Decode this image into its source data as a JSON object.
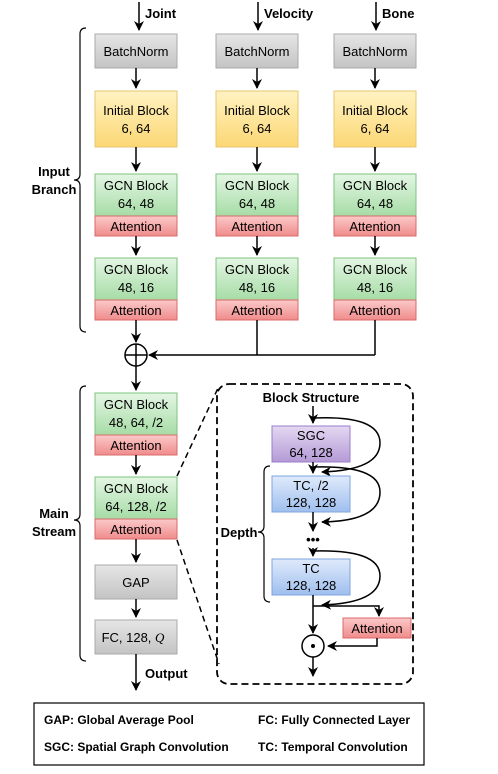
{
  "inputs": {
    "joint": "Joint",
    "velocity": "Velocity",
    "bone": "Bone"
  },
  "blocks": {
    "batchnorm": "BatchNorm",
    "initial_line1": "Initial Block",
    "initial_line2": "6, 64",
    "gcn1_line1": "GCN Block",
    "gcn1_line2": "64, 48",
    "gcn2_line1": "GCN Block",
    "gcn2_line2": "48, 16",
    "attention": "Attention"
  },
  "groups": {
    "input_branch_line1": "Input",
    "input_branch_line2": "Branch",
    "main_stream_line1": "Main",
    "main_stream_line2": "Stream"
  },
  "main": {
    "gcn_a_line1": "GCN Block",
    "gcn_a_line2": "48, 64, /2",
    "gcn_b_line1": "GCN Block",
    "gcn_b_line2": "64, 128, /2",
    "attention": "Attention",
    "gap": "GAP",
    "fc": "FC, 128, ",
    "fc_var": "Q",
    "output": "Output"
  },
  "structure": {
    "title": "Block Structure",
    "sgc_line1": "SGC",
    "sgc_line2": "64, 128",
    "tc1_line1": "TC, /2",
    "tc1_line2": "128, 128",
    "dots": "•••",
    "tc2_line1": "TC",
    "tc2_line2": "128, 128",
    "depth": "Depth",
    "attention": "Attention",
    "multiply": "·"
  },
  "legend": {
    "gap": "GAP: Global Average Pool",
    "fc": "FC: Fully Connected Layer",
    "sgc": "SGC: Spatial Graph Convolution",
    "tc": "TC: Temporal Convolution"
  },
  "colors": {
    "batchnorm_fill": "#d4d4d4",
    "initial_fill": "#fde68f",
    "gcn_fill": "#bfe6bf",
    "attention_fill": "#f6a3a3",
    "sgc_fill": "#c9b6e0",
    "tc_fill": "#bfd4f2",
    "gap_fill": "#d9d9d9"
  }
}
